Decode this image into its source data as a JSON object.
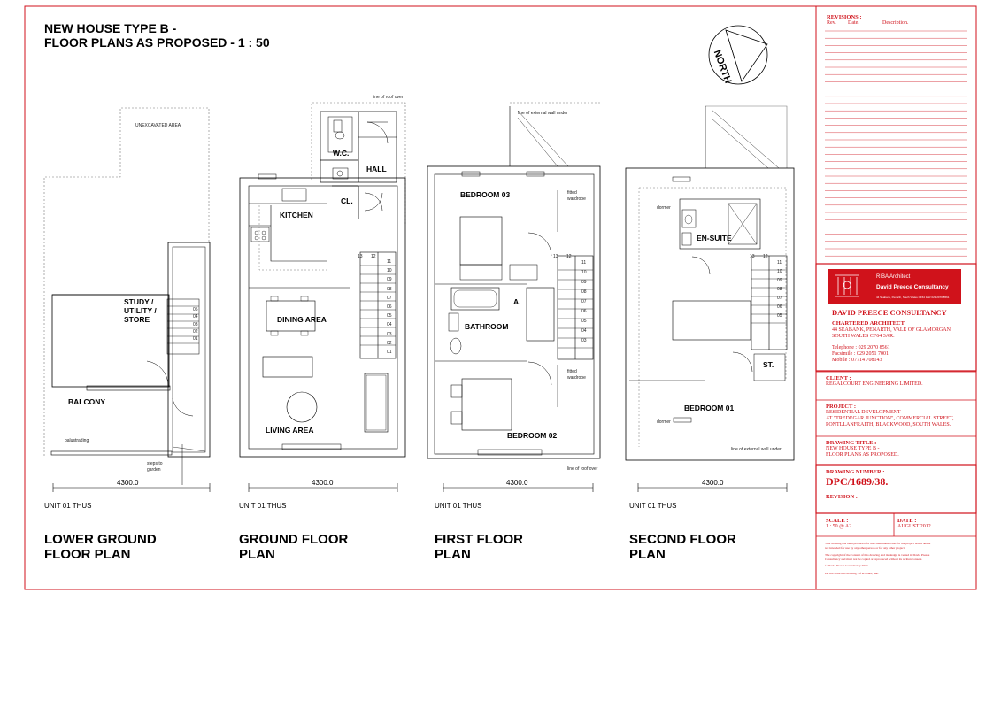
{
  "drawing": {
    "heading_line1": "NEW HOUSE TYPE B -",
    "heading_line2": "FLOOR PLANS AS PROPOSED - 1 : 50",
    "north_label": "NORTH"
  },
  "plans": [
    {
      "title1": "LOWER GROUND",
      "title2": "FLOOR PLAN",
      "unit": "UNIT 01 THUS",
      "dimension": "4300.0",
      "rooms": [
        "STUDY /",
        "UTILITY /",
        "STORE",
        "BALCONY"
      ],
      "notes": [
        "UNEXCAVATED AREA",
        "balustrading",
        "steps to",
        "garden"
      ]
    },
    {
      "title1": "GROUND FLOOR",
      "title2": "PLAN",
      "unit": "UNIT 01 THUS",
      "dimension": "4300.0",
      "rooms": [
        "W.C.",
        "HALL",
        "CL.",
        "KITCHEN",
        "DINING AREA",
        "LIVING AREA"
      ],
      "notes": [
        "line of roof over"
      ]
    },
    {
      "title1": "FIRST FLOOR",
      "title2": "PLAN",
      "unit": "UNIT 01 THUS",
      "dimension": "4300.0",
      "rooms": [
        "BEDROOM 03",
        "A.",
        "BATHROOM",
        "BEDROOM 02"
      ],
      "notes": [
        "line of external wall under",
        "fitted",
        "wardrobe",
        "fitted",
        "wardrobe",
        "line of roof over"
      ]
    },
    {
      "title1": "SECOND FLOOR",
      "title2": "PLAN",
      "unit": "UNIT 01 THUS",
      "dimension": "4300.0",
      "rooms": [
        "EN-SUITE",
        "ST.",
        "BEDROOM 01"
      ],
      "notes": [
        "dormer",
        "dormer",
        "line of external wall under"
      ]
    }
  ],
  "stairs": {
    "lower": [
      "05",
      "04",
      "03",
      "02",
      "01"
    ],
    "ground_left": [
      "13",
      "12"
    ],
    "ground_right": [
      "11",
      "10",
      "09",
      "08",
      "07",
      "06",
      "05",
      "04",
      "03",
      "02",
      "01"
    ],
    "first_right": [
      "11",
      "10",
      "09",
      "08",
      "07",
      "06",
      "05",
      "04",
      "03"
    ],
    "first_left": [
      "13",
      "12"
    ],
    "second_left": [
      "13",
      "12"
    ],
    "second_right": [
      "11",
      "10",
      "09",
      "08",
      "07",
      "06",
      "05"
    ]
  },
  "title_block": {
    "revisions_heading": "REVISIONS :",
    "rev_cols": [
      "Rev.",
      "Date.",
      "Description."
    ],
    "logo_line1": "RIBA Architect",
    "logo_line2": "David Preece Consultancy",
    "logo_line3": "44 Seabank, Penarth, South Wales CF64 3AR  029 2070 8561",
    "company": "DAVID PREECE CONSULTANCY",
    "subtitle": "CHARTERED ARCHITECT",
    "address1": "44 SEABANK, PENARTH, VALE OF GLAMORGAN,",
    "address2": "SOUTH WALES CF64 3AR.",
    "tel": "Telephone   : 029 2070 8561",
    "fax": "Facsimile    : 029 2051 7001",
    "mobile": "Mobile       : 07714 708143",
    "client_heading": "CLIENT :",
    "client": "REGALCOURT ENGINEERING LIMITED.",
    "project_heading": "PROJECT :",
    "project1": "RESIDENTIAL DEVELOPMENT",
    "project2": "AT \"TREDEGAR JUNCTION\", COMMERCIAL STREET,",
    "project3": "PONTLLANFRAITH, BLACKWOOD, SOUTH WALES.",
    "title_heading": "DRAWING TITLE :",
    "title1": "NEW HOUSE TYPE B -",
    "title2": "FLOOR PLANS AS PROPOSED.",
    "number_heading": "DRAWING NUMBER :",
    "number": "DPC/1689/38.",
    "revision_heading": "REVISION :",
    "scale_heading": "SCALE :",
    "scale": "1 : 50 @ A2.",
    "date_heading": "DATE :",
    "date": "AUGUST 2012.",
    "note1": "This drawing has been produced for the client named and for the project stated and is",
    "note2": "not intended for use by any other person or for any other project.",
    "note3": "The copyright of the content of this drawing and its design is vested in David Preece",
    "note4": "Consultancy and must not be copied or reproduced without its written consent.",
    "note5": "© David Preece Consultancy 2012.",
    "note6": "Do not scale this drawing - if in doubt, ask."
  },
  "colors": {
    "frame": "#d0121b",
    "ink": "#000000",
    "dash": "#777777"
  }
}
